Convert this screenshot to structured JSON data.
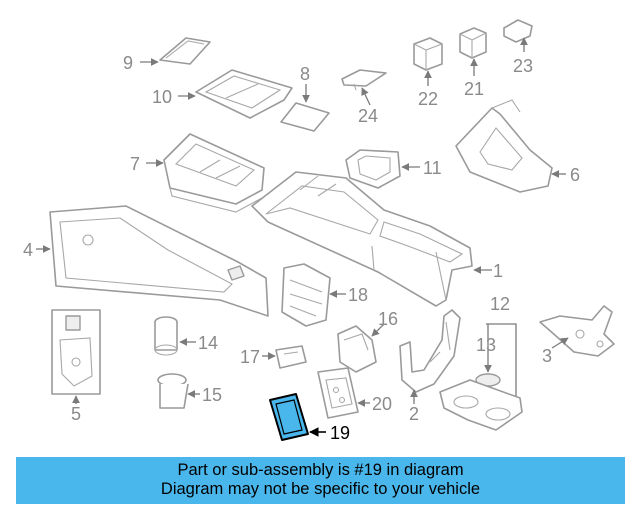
{
  "callouts": {
    "c1": "1",
    "c2": "2",
    "c3": "3",
    "c4": "4",
    "c5": "5",
    "c6": "6",
    "c7": "7",
    "c8": "8",
    "c9": "9",
    "c10": "10",
    "c11": "11",
    "c12": "12",
    "c13": "13",
    "c14": "14",
    "c15": "15",
    "c16": "16",
    "c17": "17",
    "c18": "18",
    "c19": "19",
    "c20": "20",
    "c21": "21",
    "c22": "22",
    "c23": "23",
    "c24": "24"
  },
  "highlighted_part": "19",
  "colors": {
    "highlight": "#4ab7ec",
    "banner_bg": "#4ab7ec",
    "line_art": "#9a9a9a"
  },
  "banner": {
    "line1": "Part or sub-assembly is #19 in diagram",
    "line2": "Diagram may not be specific to your vehicle"
  }
}
